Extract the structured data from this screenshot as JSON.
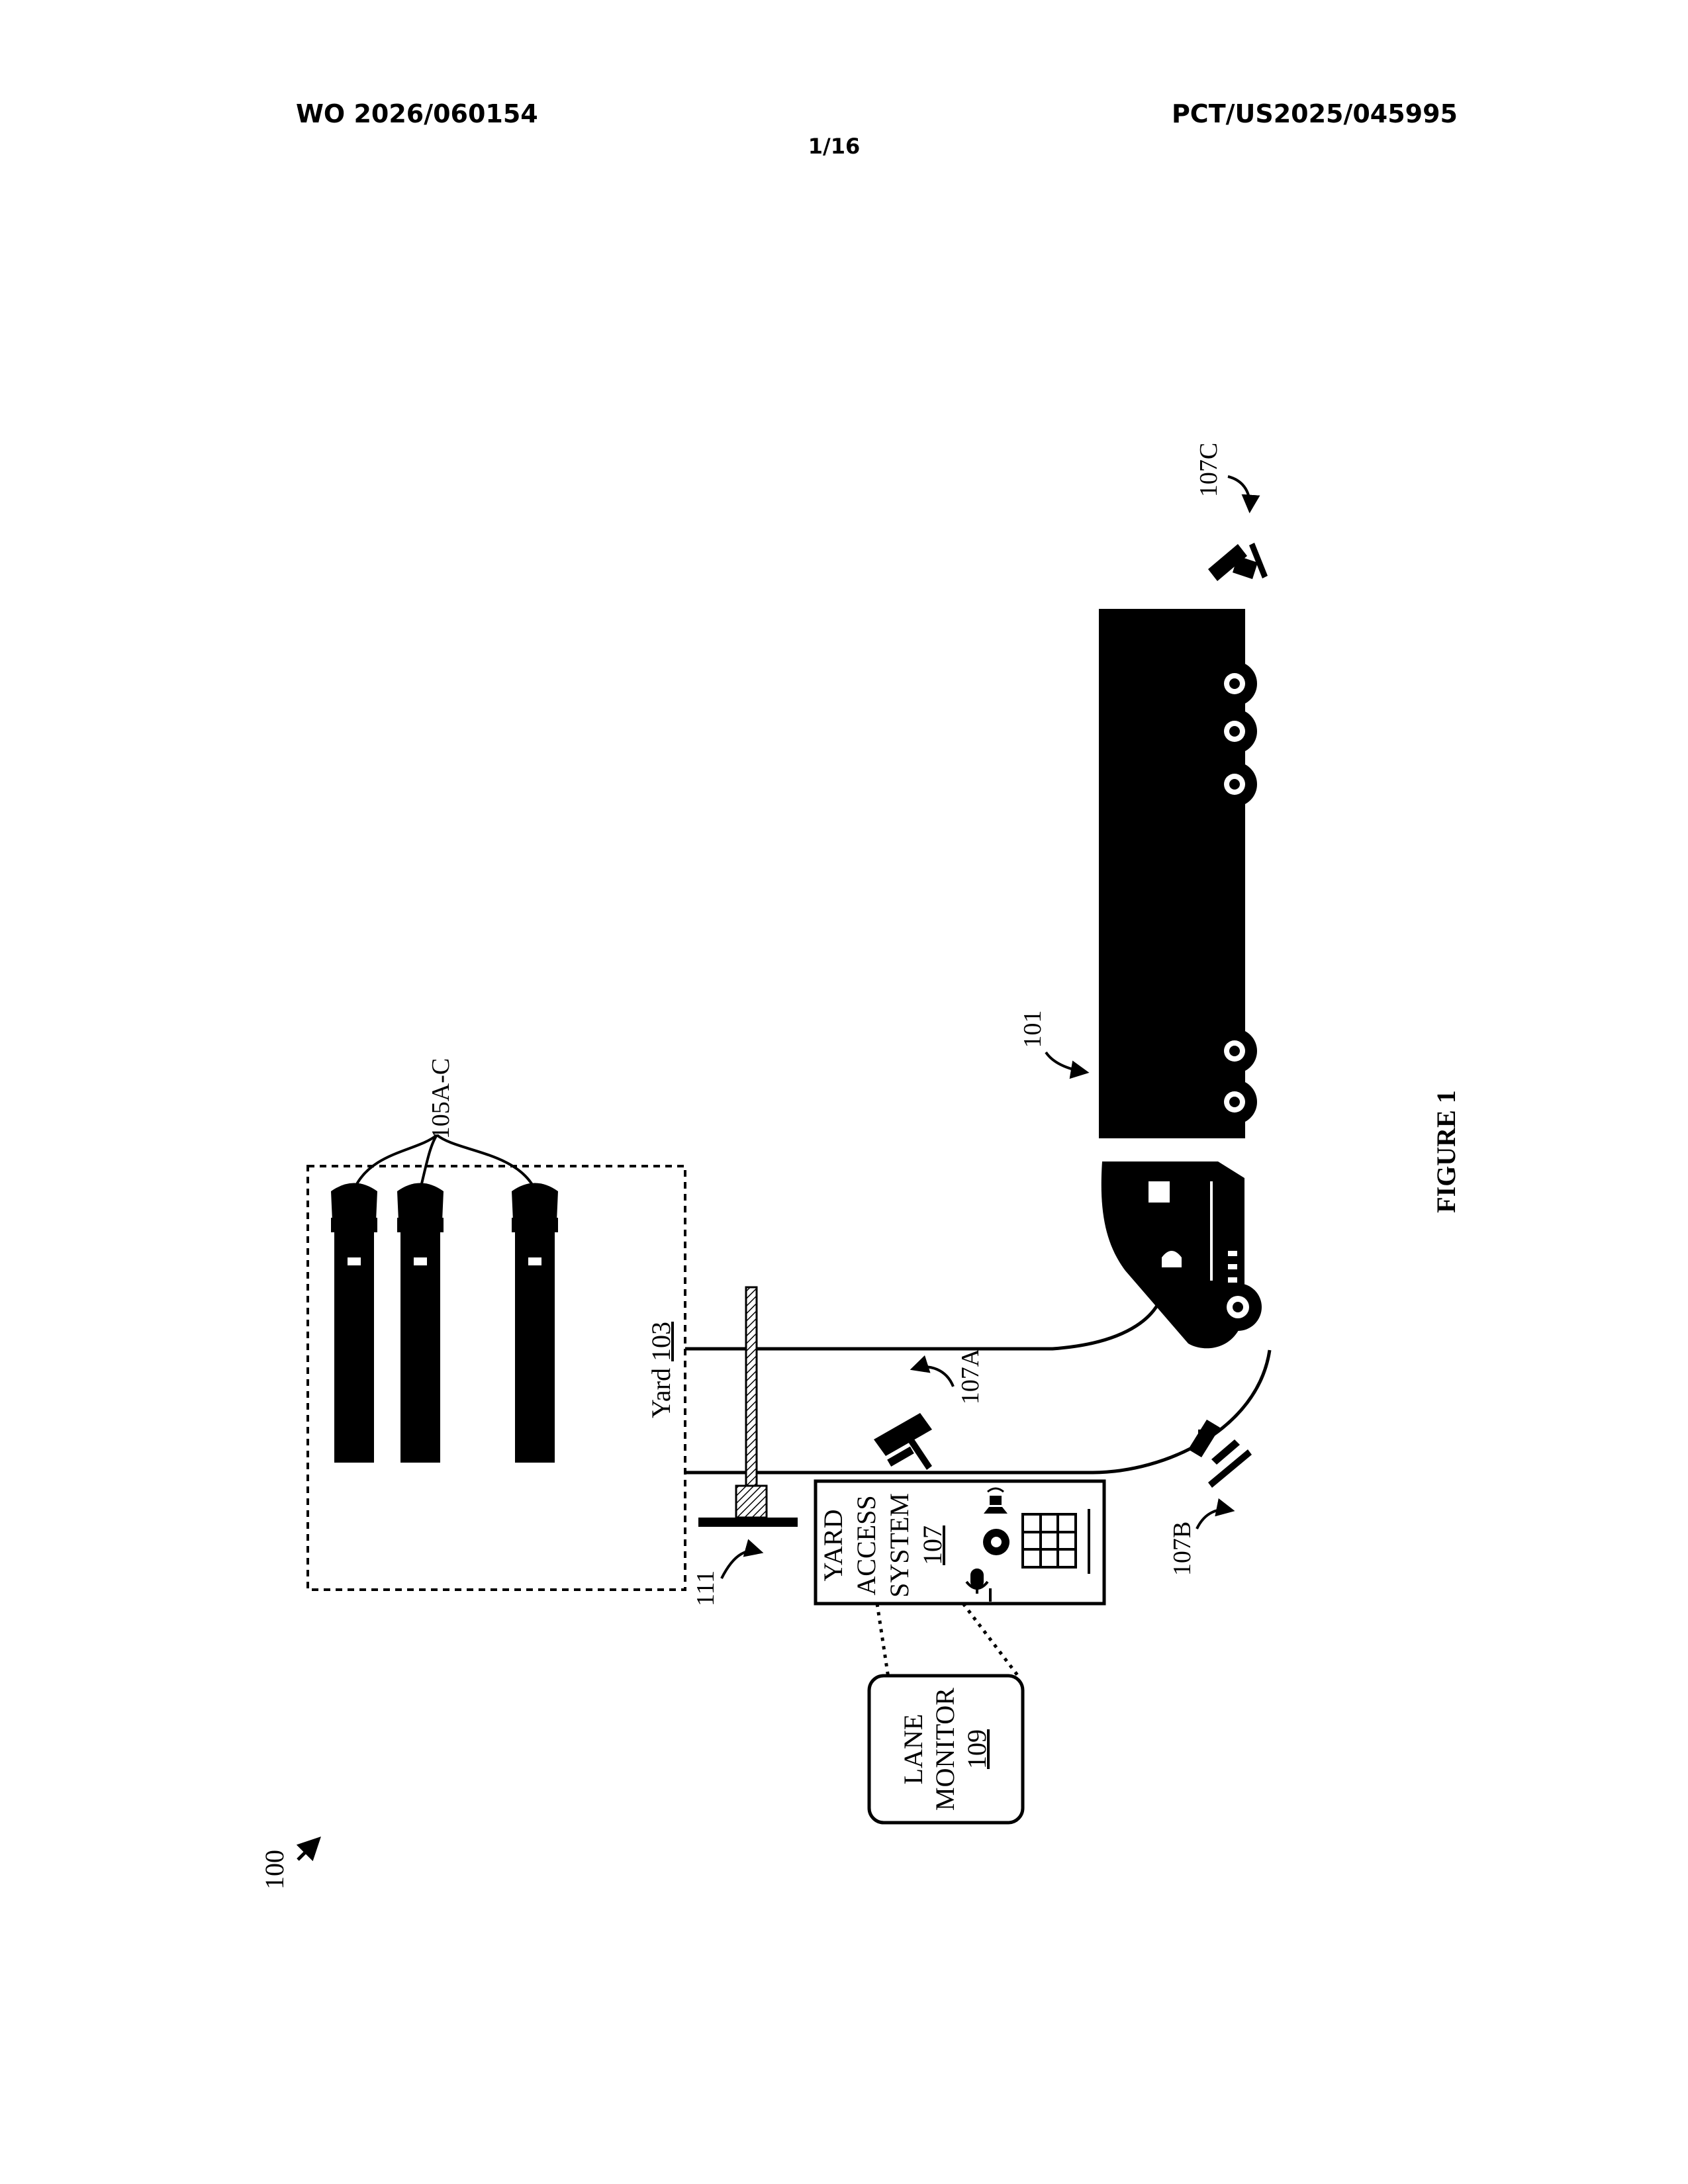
{
  "header": {
    "publication_number": "WO 2026/060154",
    "application_number": "PCT/US2025/045995",
    "sheet": "1/16"
  },
  "figure": {
    "caption": "FIGURE 1",
    "labels": {
      "system": "100",
      "truck": "101",
      "yard_prefix": "Yard ",
      "yard_ref": "103",
      "vehicles": "105A-C",
      "camera_a": "107A",
      "camera_b": "107B",
      "camera_c": "107C",
      "gate": "111"
    },
    "yard_access_system": {
      "line1": "YARD",
      "line2": "ACCESS",
      "line3": "SYSTEM",
      "ref": "107"
    },
    "lane_monitor": {
      "line1": "LANE",
      "line2": "MONITOR",
      "ref": "109"
    }
  }
}
